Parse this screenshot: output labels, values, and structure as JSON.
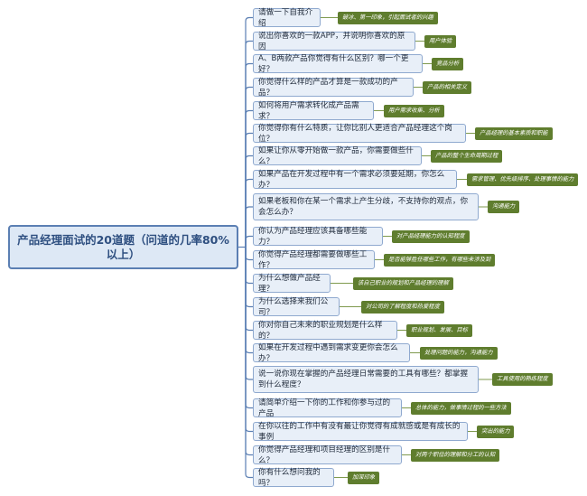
{
  "root": {
    "title": "产品经理面试的20道题（问道的几率80%以上）"
  },
  "questions": [
    {
      "text": "请做一下自我介绍",
      "tag": "破冰、第一印象，引起面试者的兴趣"
    },
    {
      "text": "说出你喜欢的一款APP，并说明你喜欢的原因",
      "tag": "用户体验"
    },
    {
      "text": "A、B两款产品你觉得有什么区别？哪一个更好？",
      "tag": "竞品分析"
    },
    {
      "text": "你觉得什么样的产品才算是一款成功的产品？",
      "tag": "产品的相关定义"
    },
    {
      "text": "如何将用户需求转化成产品需求？",
      "tag": "用户需求收集、分析"
    },
    {
      "text": "你觉得你有什么特质，让你比别人更适合产品经理这个岗位？",
      "tag": "产品经理的基本素质和职能"
    },
    {
      "text": "如果让你从零开始做一款产品，你需要做些什么？",
      "tag": "产品的整个生命周期过程"
    },
    {
      "text": "如果产品在开发过程中有一个需求必须要延期，你怎么办？",
      "tag": "需求管理、优先级排序、处理事情的能力"
    },
    {
      "text": "如果老板和你在某一个需求上产生分歧，不支持你的观点，你会怎么办？",
      "tag": "沟通能力"
    },
    {
      "text": "你认为产品经理应该具备哪些能力？",
      "tag": "对产品经理能力的认知程度"
    },
    {
      "text": "你觉得产品经理都需要做哪些工作？",
      "tag": "是否能够胜任哪些工作，有哪些未涉及到"
    },
    {
      "text": "为什么想做产品经理？",
      "tag": "该自己职业的规划和产品经理的理解"
    },
    {
      "text": "为什么选择来我们公司？",
      "tag": "对公司的了解程度和热爱程度"
    },
    {
      "text": "你对你自己未来的职业规划是什么样的？",
      "tag": "职业规划、发展、目标"
    },
    {
      "text": "如果在开发过程中遇到需求变更你会怎么办？",
      "tag": "处理问题的能力，沟通能力"
    },
    {
      "text": "说一说你现在掌握的产品经理日常需要的工具有哪些？都掌握到什么程度？",
      "tag": "工具使用的熟练程度"
    },
    {
      "text": "请简单介绍一下你的工作和你参与过的产品",
      "tag": "总体的能力，做事情过程的一些方法"
    },
    {
      "text": "在你以往的工作中有没有最让你觉得有成就感或是有成长的事例",
      "tag": "突出的能力"
    },
    {
      "text": "你觉得产品经理和项目经理的区别是什么？",
      "tag": "对两个职位的理解和分工的认知"
    },
    {
      "text": "你有什么想问我的吗？",
      "tag": "加深印象"
    }
  ],
  "colors": {
    "line": "#5b7fb3",
    "tag_bg": "#5f7d2e",
    "node_bg": "#e8eff8",
    "node_border": "#8fa9cf"
  }
}
